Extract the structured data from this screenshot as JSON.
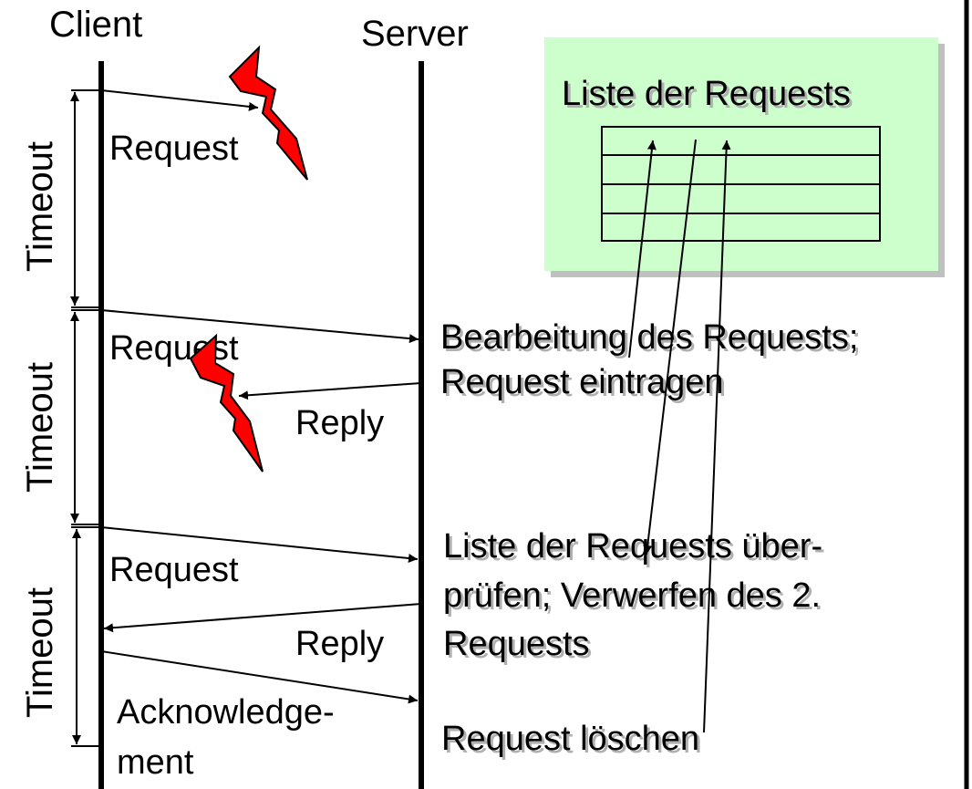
{
  "labels": {
    "client": "Client",
    "server": "Server",
    "timeout": "Timeout",
    "request": "Request",
    "reply": "Reply",
    "acknowledgement_line1": "Acknowledge-",
    "acknowledgement_line2": "ment"
  },
  "panel": {
    "title": "Liste der Requests"
  },
  "notes": {
    "processing_line1": "Bearbeitung des Requests;",
    "processing_line2": "Request eintragen",
    "check_line1": "Liste der Requests über-",
    "check_line2": "prüfen; Verwerfen des 2.",
    "check_line3": "Requests",
    "delete": "Request löschen"
  },
  "colors": {
    "panel_fill": "#ccffcc",
    "lightning": "#ff0000",
    "line": "#000000"
  }
}
